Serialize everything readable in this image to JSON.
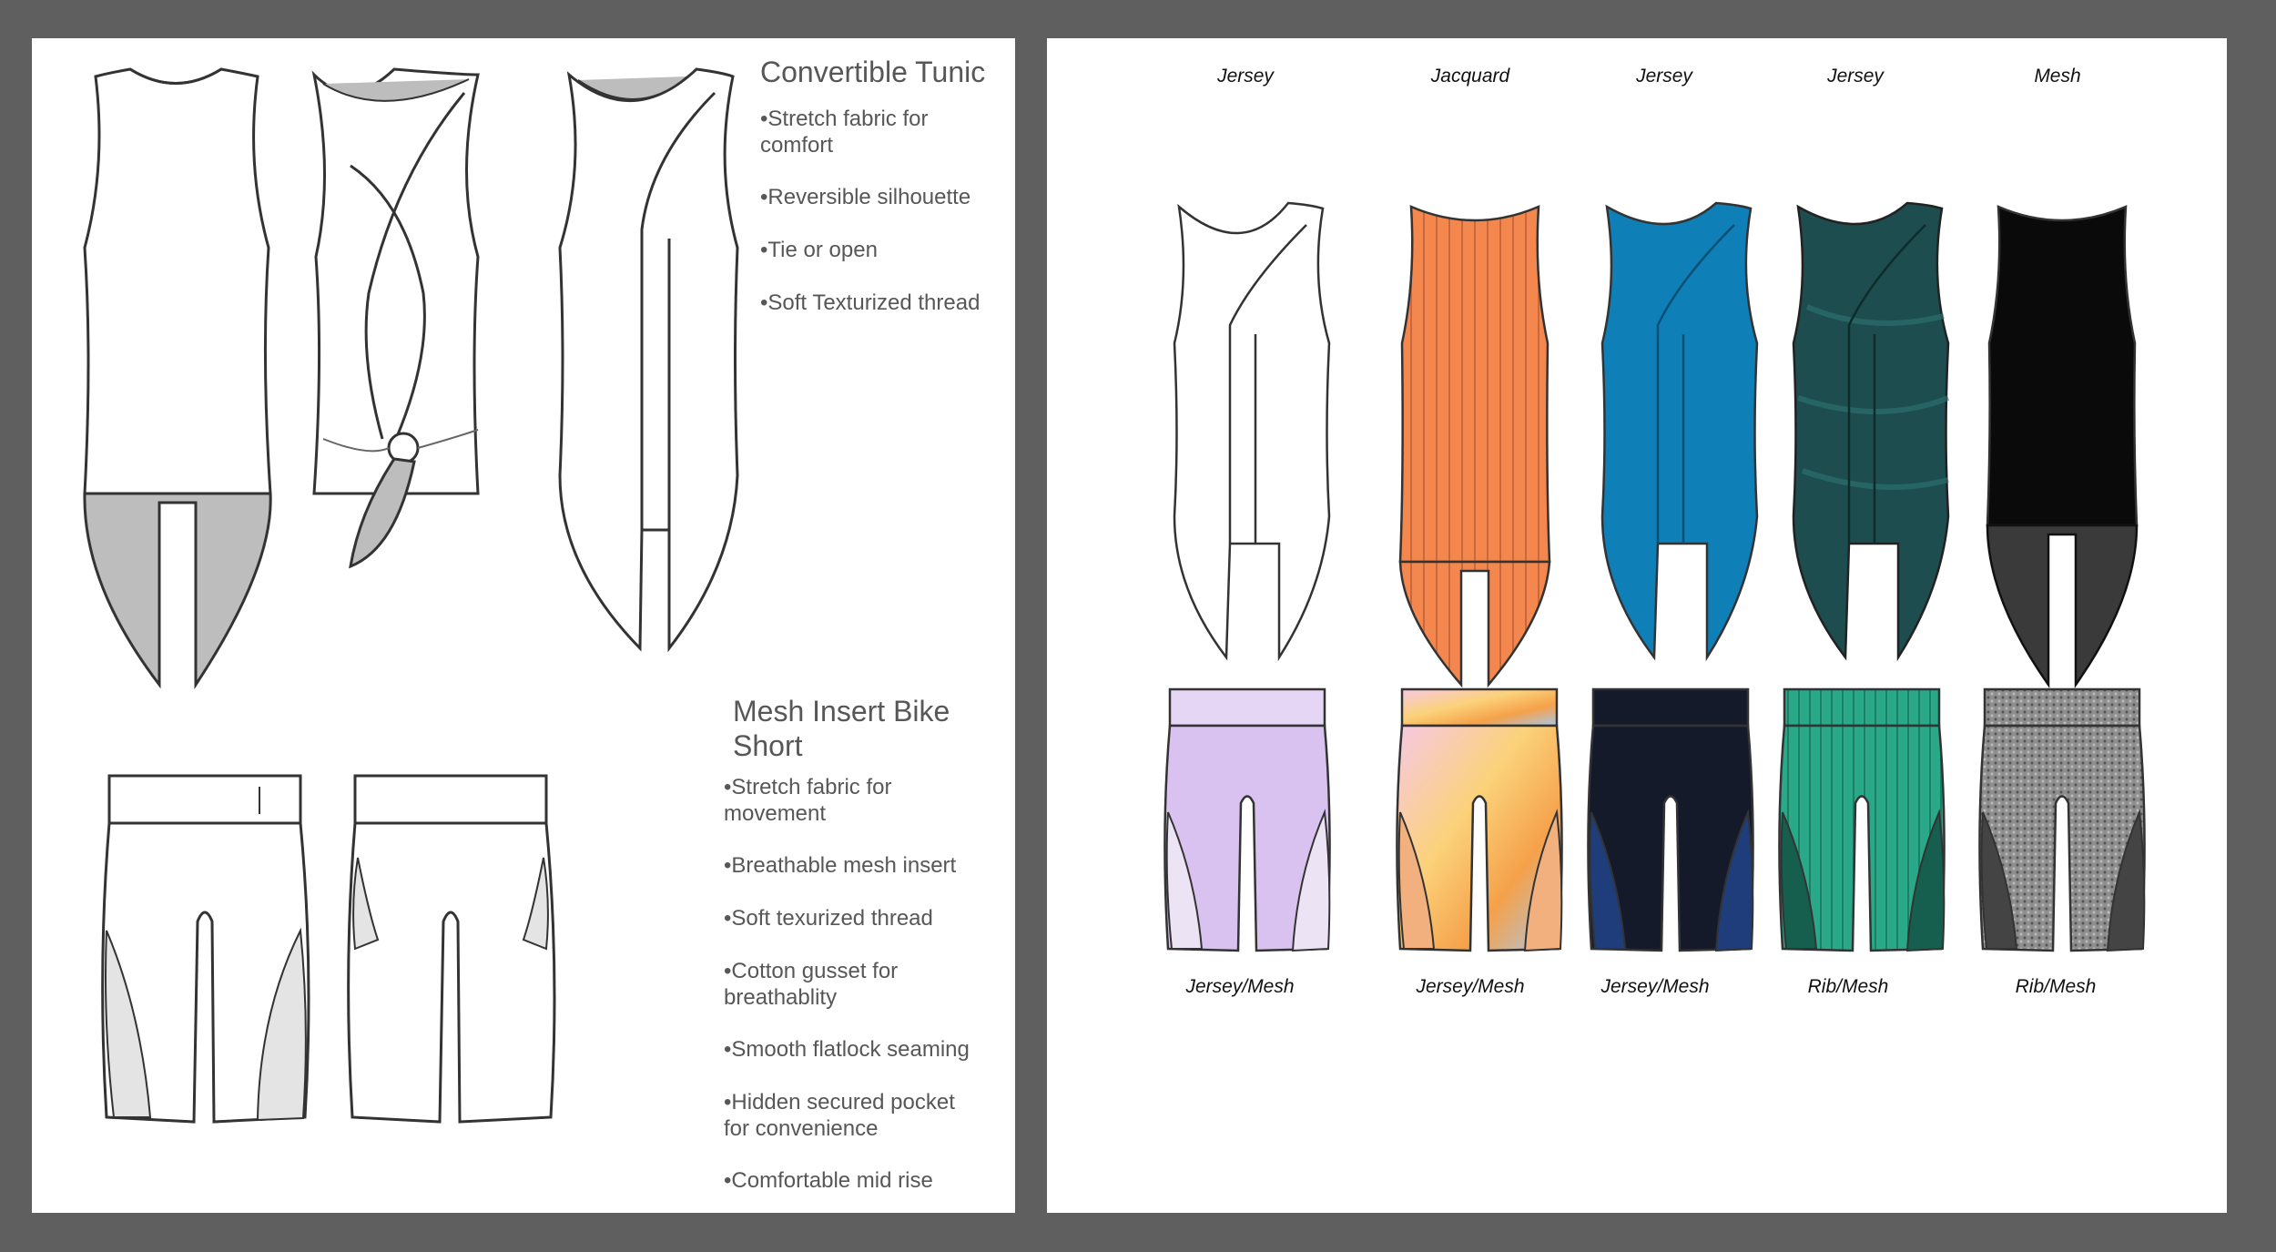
{
  "tunic": {
    "title": "Convertible Tunic",
    "bullets": [
      "•Stretch fabric for comfort",
      "•Reversible silhouette",
      "•Tie or open",
      "•Soft Texturized thread"
    ]
  },
  "short": {
    "title": "Mesh Insert Bike Short",
    "bullets": [
      "•Stretch fabric for movement",
      "•Breathable mesh insert",
      "•Soft texurized thread",
      "•Cotton gusset for breathablity",
      "•Smooth flatlock seaming",
      "•Hidden secured pocket for convenience",
      "•Comfortable mid rise"
    ]
  },
  "colorways": {
    "top_fabrics": [
      "Jersey",
      "Jacquard",
      "Jersey",
      "Jersey",
      "Mesh"
    ],
    "bottom_fabrics": [
      "Jersey/Mesh",
      "Jersey/Mesh",
      "Jersey/Mesh",
      "Rib/Mesh",
      "Rib/Mesh"
    ]
  },
  "colors": {
    "frame": "#5f5f5f",
    "sketch_line": "#333333",
    "sketch_fill": "#ffffff",
    "sketch_shadow": "#bdbdbd",
    "orange": "#f4874e",
    "blue": "#0f7fb7",
    "teal": "#1d4d4f",
    "black": "#0a0a0a",
    "lilac": "#d9c2ef",
    "navy": "#151a2b",
    "green": "#2aa988",
    "heather": "#8e8e8e"
  }
}
